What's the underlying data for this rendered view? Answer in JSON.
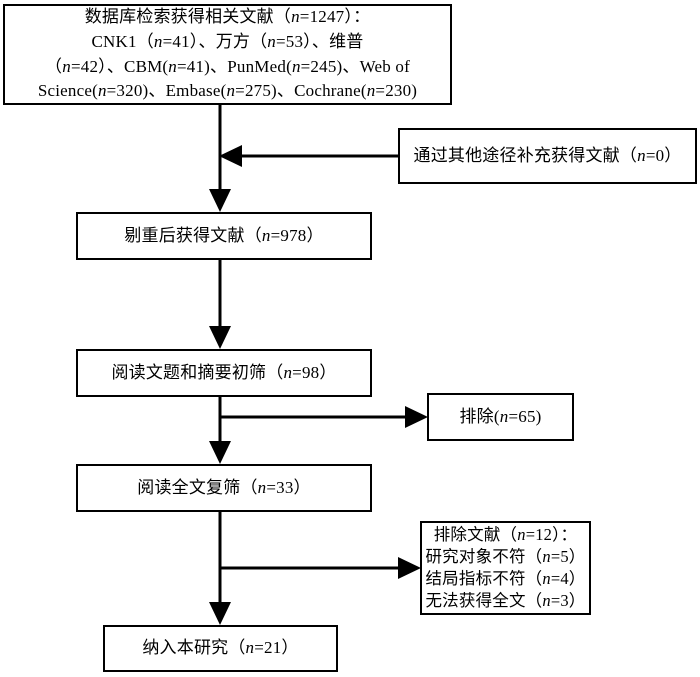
{
  "chart_data": {
    "type": "diagram",
    "title": "文献筛选流程图",
    "diagram_kind": "prisma-flow-chart",
    "nodes": [
      {
        "id": "search",
        "label": "数据库检索获得相关文献（n=1247）：\nCNK1（n=41）、万方（n=53）、维普\n（n=42）、CBM(n=41)、PunMed(n=245)、Web of\nScience(n=320)、Embase(n=275)、Cochrane(n=230)",
        "n": 1247,
        "sources": [
          {
            "name": "CNK1",
            "n": 41
          },
          {
            "name": "万方",
            "n": 53
          },
          {
            "name": "维普",
            "n": 42
          },
          {
            "name": "CBM",
            "n": 41
          },
          {
            "name": "PunMed",
            "n": 245
          },
          {
            "name": "Web of Science",
            "n": 320
          },
          {
            "name": "Embase",
            "n": 275
          },
          {
            "name": "Cochrane",
            "n": 230
          }
        ]
      },
      {
        "id": "supplement",
        "label": "通过其他途径补充获得文献（n=0）",
        "n": 0
      },
      {
        "id": "dedup",
        "label": "剔重后获得文献（n=978）",
        "n": 978
      },
      {
        "id": "screen_title",
        "label": "阅读文题和摘要初筛（n=98）",
        "n": 98
      },
      {
        "id": "exclude_1",
        "label": "排除(n=65)",
        "n": 65
      },
      {
        "id": "fulltext",
        "label": "阅读全文复筛（n=33）",
        "n": 33
      },
      {
        "id": "exclude_2",
        "label": "排除文献（n=12）：\n研究对象不符（n=5）\n结局指标不符（n=4）\n无法获得全文（n=3）",
        "n": 12,
        "reasons": [
          {
            "reason": "研究对象不符",
            "n": 5
          },
          {
            "reason": "结局指标不符",
            "n": 4
          },
          {
            "reason": "无法获得全文",
            "n": 3
          }
        ]
      },
      {
        "id": "included",
        "label": "纳入本研究（n=21）",
        "n": 21
      }
    ],
    "edges": [
      {
        "from": "search",
        "to": "dedup",
        "direction": "down"
      },
      {
        "from": "supplement",
        "to": "dedup",
        "direction": "left"
      },
      {
        "from": "dedup",
        "to": "screen_title",
        "direction": "down"
      },
      {
        "from": "screen_title",
        "to": "exclude_1",
        "direction": "right"
      },
      {
        "from": "screen_title",
        "to": "fulltext",
        "direction": "down"
      },
      {
        "from": "fulltext",
        "to": "exclude_2",
        "direction": "right"
      },
      {
        "from": "fulltext",
        "to": "included",
        "direction": "down"
      }
    ],
    "colors": {
      "background": "#ffffff",
      "line": "#000000",
      "box_border": "#000000",
      "text": "#000000"
    }
  }
}
